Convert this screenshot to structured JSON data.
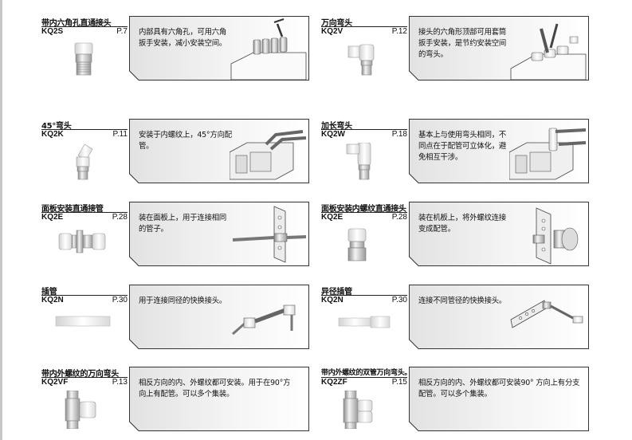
{
  "products": [
    {
      "category": "带内六角孔直通接头",
      "model": "KQ2S",
      "page": "P.7",
      "description": "内部具有六角孔，可用六角扳手安装，减小安装空间。"
    },
    {
      "category": "万向弯头",
      "model": "KQ2V",
      "page": "P.12",
      "description": "接头的六角形顶部可用套筒扳手安装，是节约安装空间的弯头。"
    },
    {
      "category": "45°弯头",
      "model": "KQ2K",
      "page": "P.11",
      "description": "安装于内螺纹上，45°方向配管。"
    },
    {
      "category": "加长弯头",
      "model": "KQ2W",
      "page": "P.18",
      "description": "基本上与使用弯头相同，不同点在于配管可立体化，避免相互干涉。"
    },
    {
      "category": "面板安装直通接管",
      "model": "KQ2E",
      "page": "P.28",
      "description": "装在面板上，用于连接相同的管子。"
    },
    {
      "category": "面板安装内螺纹直通接头",
      "model": "KQ2E",
      "page": "P.28",
      "description": "装在机板上，将外螺纹连接变成配管。"
    },
    {
      "category": "插管",
      "model": "KQ2N",
      "page": "P.30",
      "description": "用于连接同径的快换接头。"
    },
    {
      "category": "异径插管",
      "model": "KQ2N",
      "page": "P.30",
      "description": "连接不同管径的快换接头。"
    },
    {
      "category": "带内外螺纹的万向弯头",
      "model": "KQ2VF",
      "page": "P.13",
      "description": "相反方向的内、外螺纹都可安装。用于在90°方向上有配管。可以多个集装。"
    },
    {
      "category": "带内外螺纹的双管万向弯头。",
      "model": "KQ2ZF",
      "page": "P.15",
      "description": "相反方向的内、外螺纹都可安装90° 方向上有分支配管。可以多个集装。"
    }
  ]
}
